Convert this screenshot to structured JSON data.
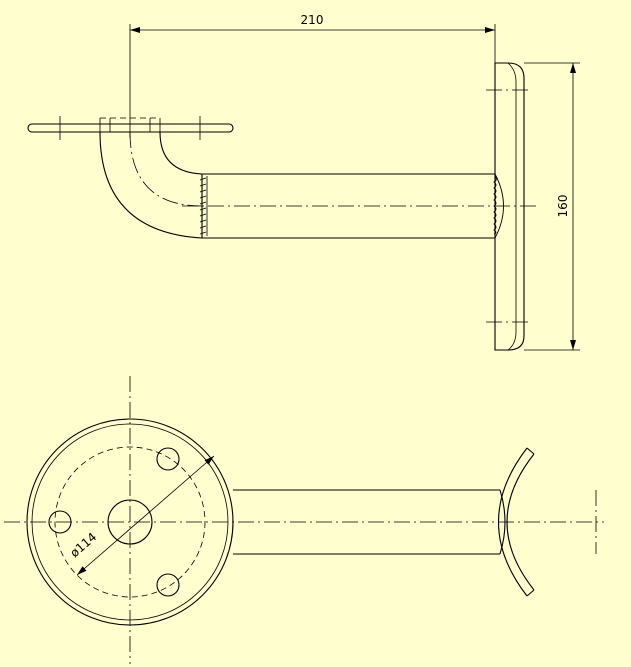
{
  "dimensions": {
    "length": "210",
    "height": "160",
    "bolt_circle": "ø114"
  },
  "colors": {
    "background": "#FEFECE",
    "line": "#000000"
  }
}
